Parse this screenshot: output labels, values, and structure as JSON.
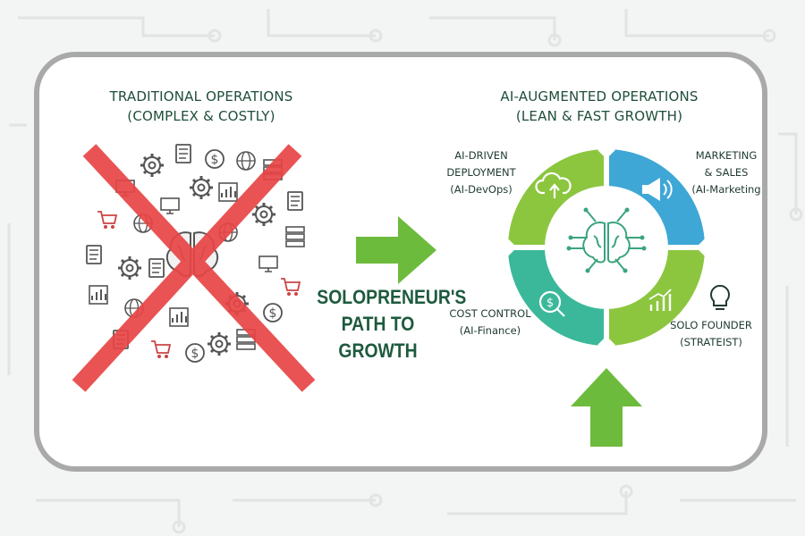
{
  "traditional": {
    "title_line1": "TRADITIONAL OPERATIONS",
    "title_line2": "(COMPLEX & COSTLY)"
  },
  "ai_augmented": {
    "title_line1": "AI-AUGMENTED OPERATIONS",
    "title_line2": "(LEAN & FAST GROWTH)"
  },
  "path_title": {
    "line1": "SOLOPRENEUR'S",
    "line2": "PATH TO",
    "line3": "GROWTH"
  },
  "segments": {
    "deployment": {
      "line1": "AI-DRIVEN",
      "line2": "DEPLOYMENT",
      "line3": "(AI-DevOps)",
      "icon": "cloud-upload-icon",
      "color": "#8cc63f"
    },
    "marketing": {
      "line1": "MARKETING",
      "line2": "& SALES",
      "line3": "(AI-Marketing",
      "icon": "megaphone-icon",
      "color": "#3fa7d6"
    },
    "cost": {
      "line1": "COST CONTROL",
      "line2": "(AI-Finance)",
      "icon": "dollar-magnifier-icon",
      "color": "#3bb89a"
    },
    "founder": {
      "line1": "SOLO FOUNDER",
      "line2": "(STRATEIST)",
      "icon": "lightbulb-icon",
      "color": "#8cc63f"
    }
  },
  "colors": {
    "accent_green": "#6dbb3c",
    "cross_red": "#e84545",
    "frame_gray": "#a9a9a9",
    "heading_green": "#1f4e3a"
  },
  "icons": [
    "brain-icon",
    "cross-out-icon",
    "arrow-right-icon",
    "arrow-up-icon",
    "gear-icon",
    "dollar-icon",
    "cart-icon",
    "server-icon",
    "chart-icon"
  ]
}
